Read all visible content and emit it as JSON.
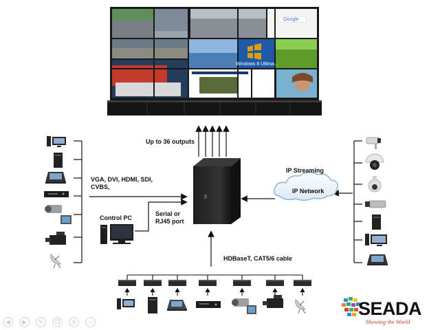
{
  "labels": {
    "outputs": "Up to 36 outputs",
    "inputs": "VGA, DVI, HDMI, SDI,\nCVBS,",
    "control_pc": "Control PC",
    "serial": "Serial or\nRJ45 port",
    "ip_streaming": "IP Streaming",
    "ip_network": "IP Network",
    "hdbaset": "HDBaseT, CAT5/6 cable"
  },
  "screen_text": {
    "google": "Google",
    "windows": "Windows 8 Ultima..."
  },
  "logo": {
    "name": "SEADA",
    "tagline": "Showing the World"
  },
  "icons": {
    "left_sources": [
      "desktop-pc-icon",
      "tower-pc-icon",
      "laptop-icon",
      "dvd-player-icon",
      "camcorder-icon",
      "broadcast-camera-icon",
      "satellite-dish-icon"
    ],
    "right_sources": [
      "bullet-camera-icon",
      "dome-camera-icon",
      "ptz-camera-icon",
      "box-camera-icon",
      "tower-pc-icon",
      "desktop-pc-icon",
      "laptop-icon"
    ],
    "bottom_sources": [
      "desktop-pc-icon",
      "tower-pc-icon",
      "laptop-icon",
      "dvd-player-icon",
      "camcorder-icon",
      "broadcast-camera-icon",
      "satellite-dish-icon"
    ],
    "slideshow_controls": [
      "prev-icon",
      "next-icon",
      "pen-icon",
      "copy-icon",
      "zoom-icon",
      "more-icon"
    ]
  },
  "colors": {
    "bezel": "#1a1a1a",
    "controller": "#2a2a2a",
    "line": "#111111",
    "cloud_stroke": "#8fb4d6",
    "logo_text": "#111111",
    "tagline": "#c0392b"
  }
}
